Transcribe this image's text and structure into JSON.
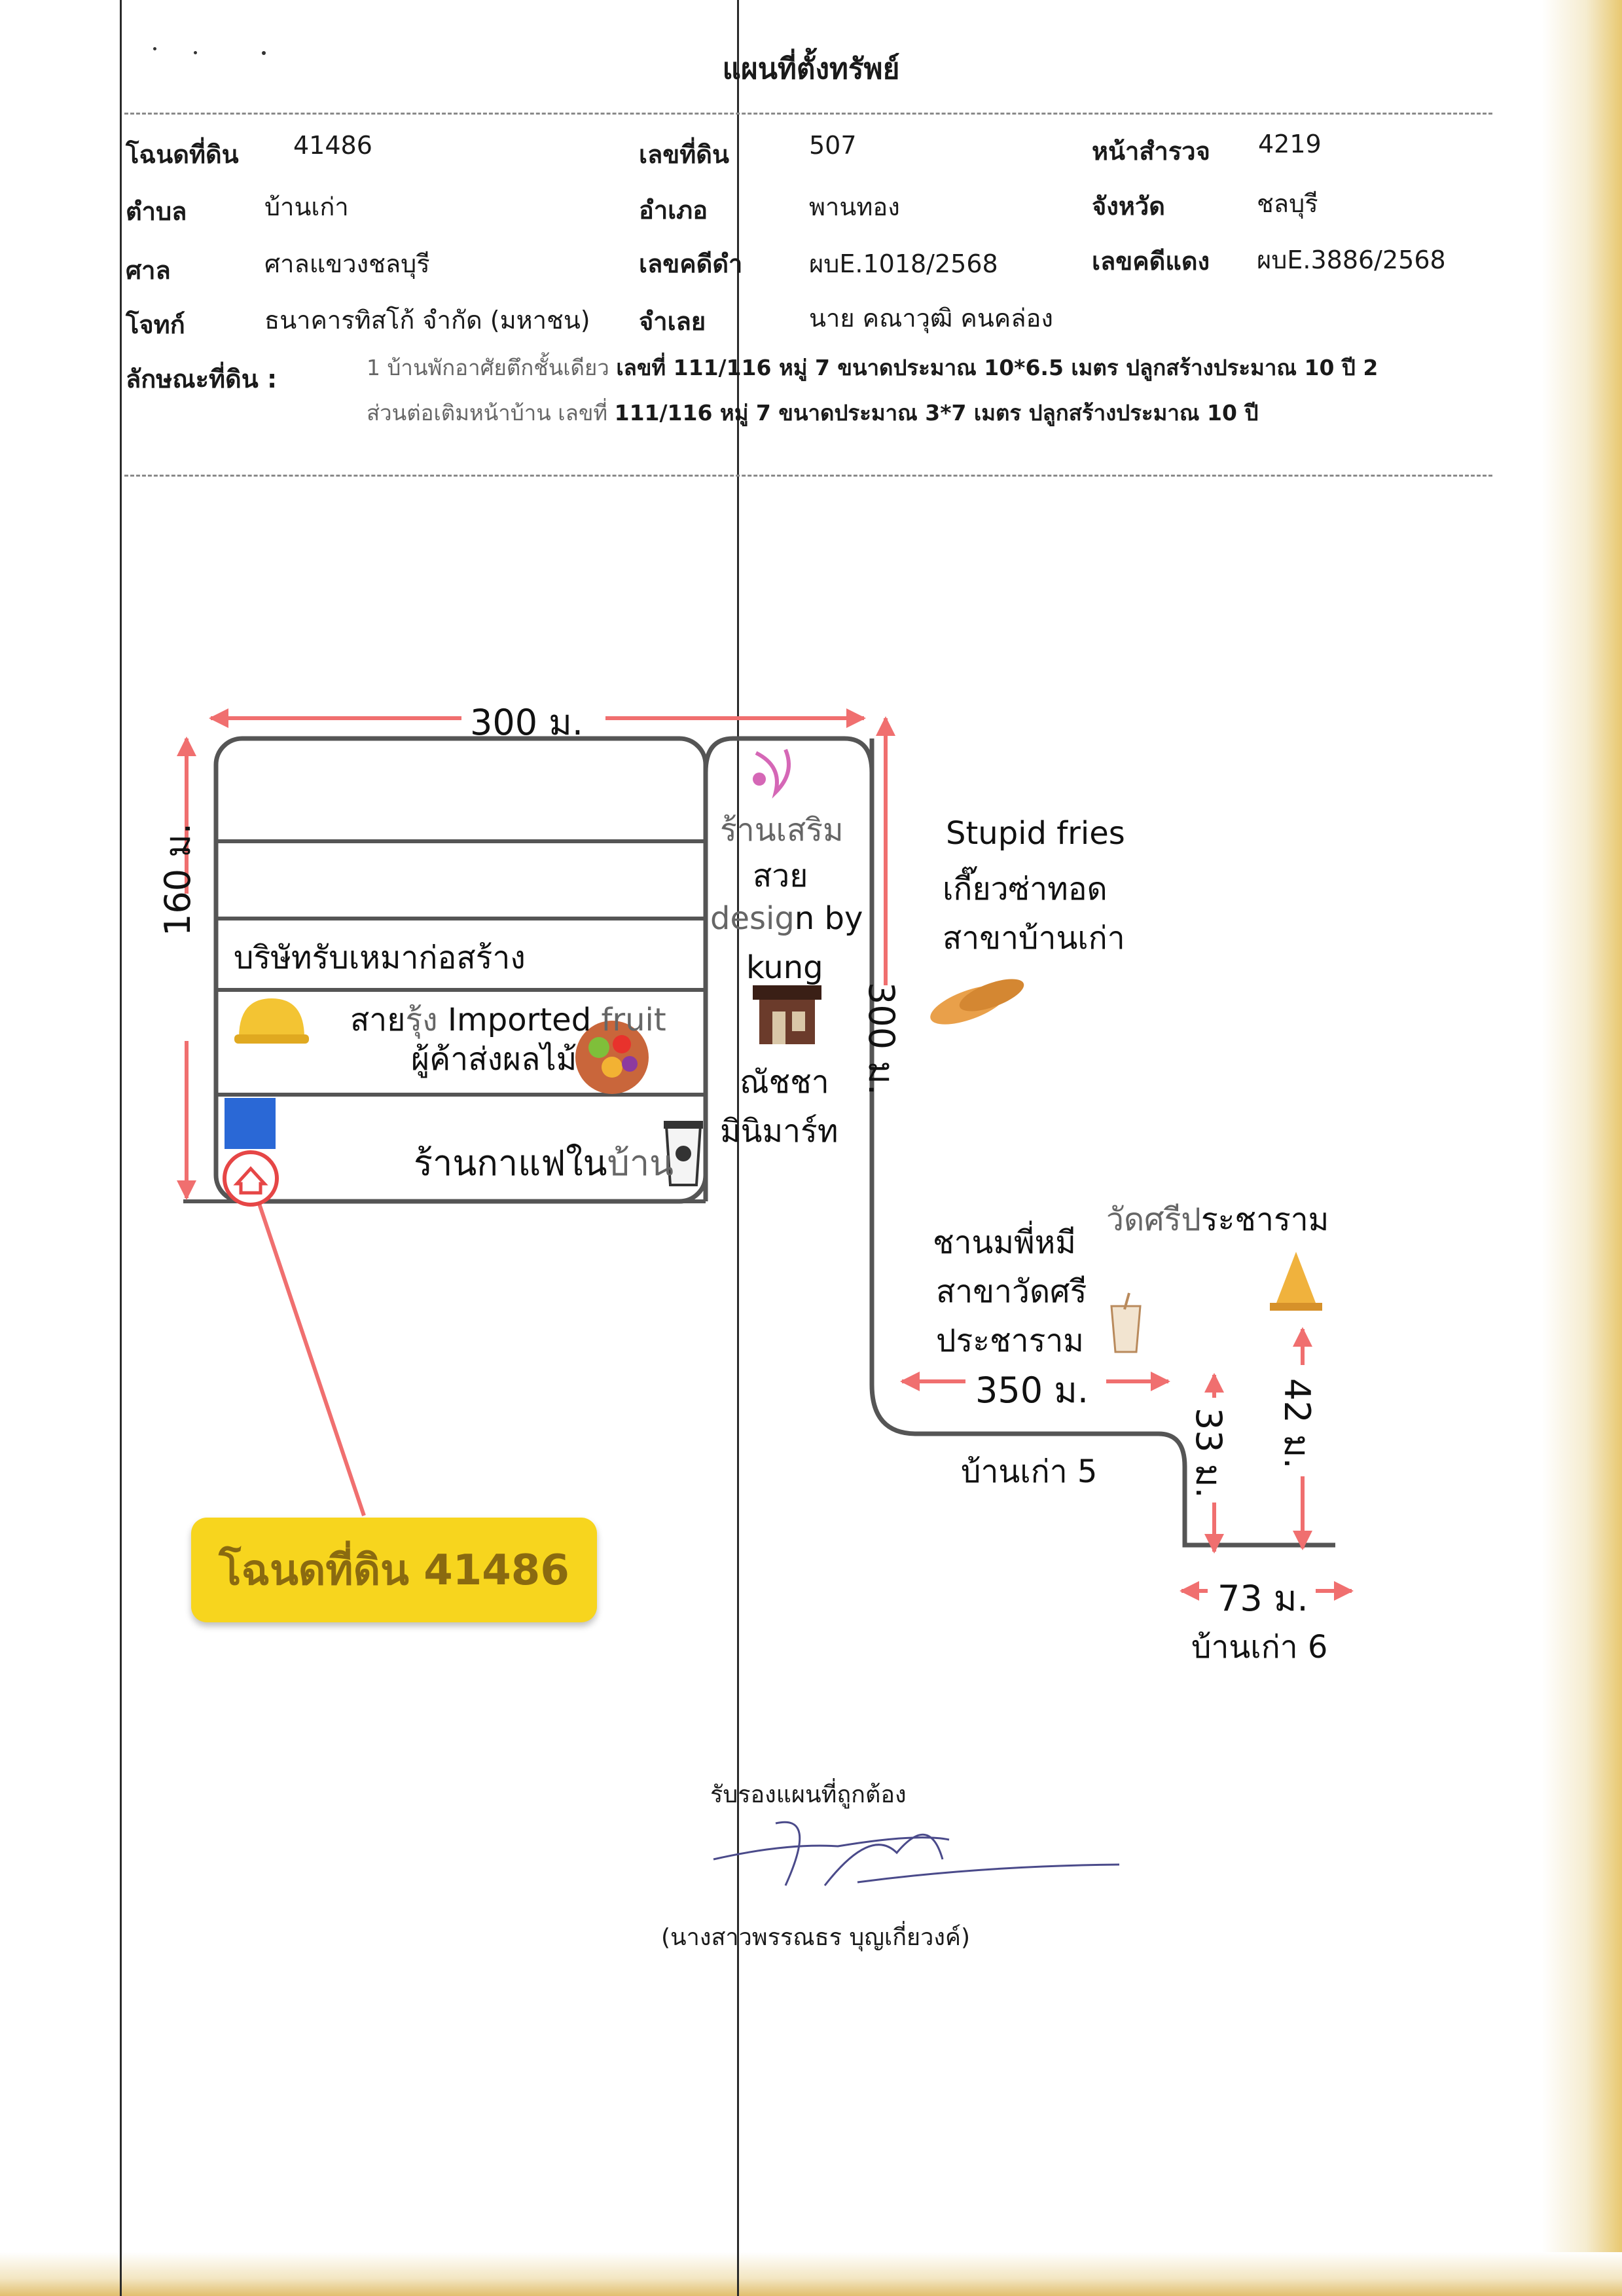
{
  "document": {
    "title": "แผนที่ตั้งทรัพย์",
    "deed_label": "โฉนดที่ดิน",
    "deed_value": "41486",
    "land_no_label": "เลขที่ดิน",
    "land_no_value": "507",
    "survey_page_label": "หน้าสำรวจ",
    "survey_page_value": "4219",
    "subdistrict_label": "ตำบล",
    "subdistrict_value": "บ้านเก่า",
    "district_label": "อำเภอ",
    "district_value": "พานทอง",
    "province_label": "จังหวัด",
    "province_value": "ชลบุรี",
    "court_label": "ศาล",
    "court_value": "ศาลแขวงชลบุรี",
    "black_case_label": "เลขคดีดำ",
    "black_case_value": "ผบE.1018/2568",
    "red_case_label": "เลขคดีแดง",
    "red_case_value": "ผบE.3886/2568",
    "plaintiff_label": "โจทก์",
    "plaintiff_value": "ธนาคารทิสโก้ จำกัด (มหาชน)",
    "defendant_label": "จำเลย",
    "defendant_value": "นาย คณาวุฒิ คนคล่อง",
    "land_desc_label": "ลักษณะที่ดิน :",
    "desc_line1_a": "1 บ้านพักอาศัยตึกชั้นเดียว",
    "desc_line1_b": "เลขที่ 111/116 หมู่ 7 ขนาดประมาณ 10*6.5 เมตร ปลูกสร้างประมาณ 10 ปี 2",
    "desc_line2_a": "ส่วนต่อเติมหน้าบ้าน เลขที่",
    "desc_line2_b": "111/116 หมู่ 7 ขนาดประมาณ 3*7 เมตร ปลูกสร้างประมาณ 10 ปี"
  },
  "map": {
    "dim_top": "300 ม.",
    "dim_left": "160 ม.",
    "dim_right_vertical": "300 ม.",
    "dim_350": "350 ม.",
    "dim_33": "33 ม.",
    "dim_42": "42 ม.",
    "dim_73": "73 ม.",
    "construction_company": "บริษัทรับเหมาก่อสร้าง",
    "fruit_shop_line1_a": "สาย",
    "fruit_shop_line1_b": "รุ้ง",
    "fruit_shop_line1_c": "Imported",
    "fruit_shop_line1_d": "fruit",
    "fruit_shop_line2": "ผู้ค้าส่งผลไม้",
    "coffee_shop_a": "ร้านกาแฟใน",
    "coffee_shop_b": "บ้าน",
    "salon_line1": "ร้านเสริม",
    "salon_line2": "สวย",
    "salon_line3_a": "desig",
    "salon_line3_b": "n by",
    "salon_line4": "kung",
    "minimart_line1": "ณัชชา",
    "minimart_line2": "มินิมาร์ท",
    "fries_line1": "Stupid fries",
    "fries_line2": "เกี๊ยวซ่าทอด",
    "fries_line3": "สาขาบ้านเก่า",
    "temple_a": "วัดศรีป",
    "temple_b": "ระชาราม",
    "milk_tea_line1": "ชานมพี่หมี",
    "milk_tea_line2": "สาขาวัดศรี",
    "milk_tea_line3": "ประชาราม",
    "village_5": "บ้านเก่า 5",
    "village_6": "บ้านเก่า 6",
    "deed_badge": "โฉนดที่ดิน 41486"
  },
  "signature": {
    "certify": "รับรองแผนที่ถูกต้อง",
    "name": "(นางสาวพรรณธร บุญเกี่ยวงค์)"
  },
  "colors": {
    "arrow": "#f06f6f",
    "road": "#555555",
    "badge": "#f7d51e",
    "house": "#e64646",
    "blue_box": "#2a68d6"
  }
}
